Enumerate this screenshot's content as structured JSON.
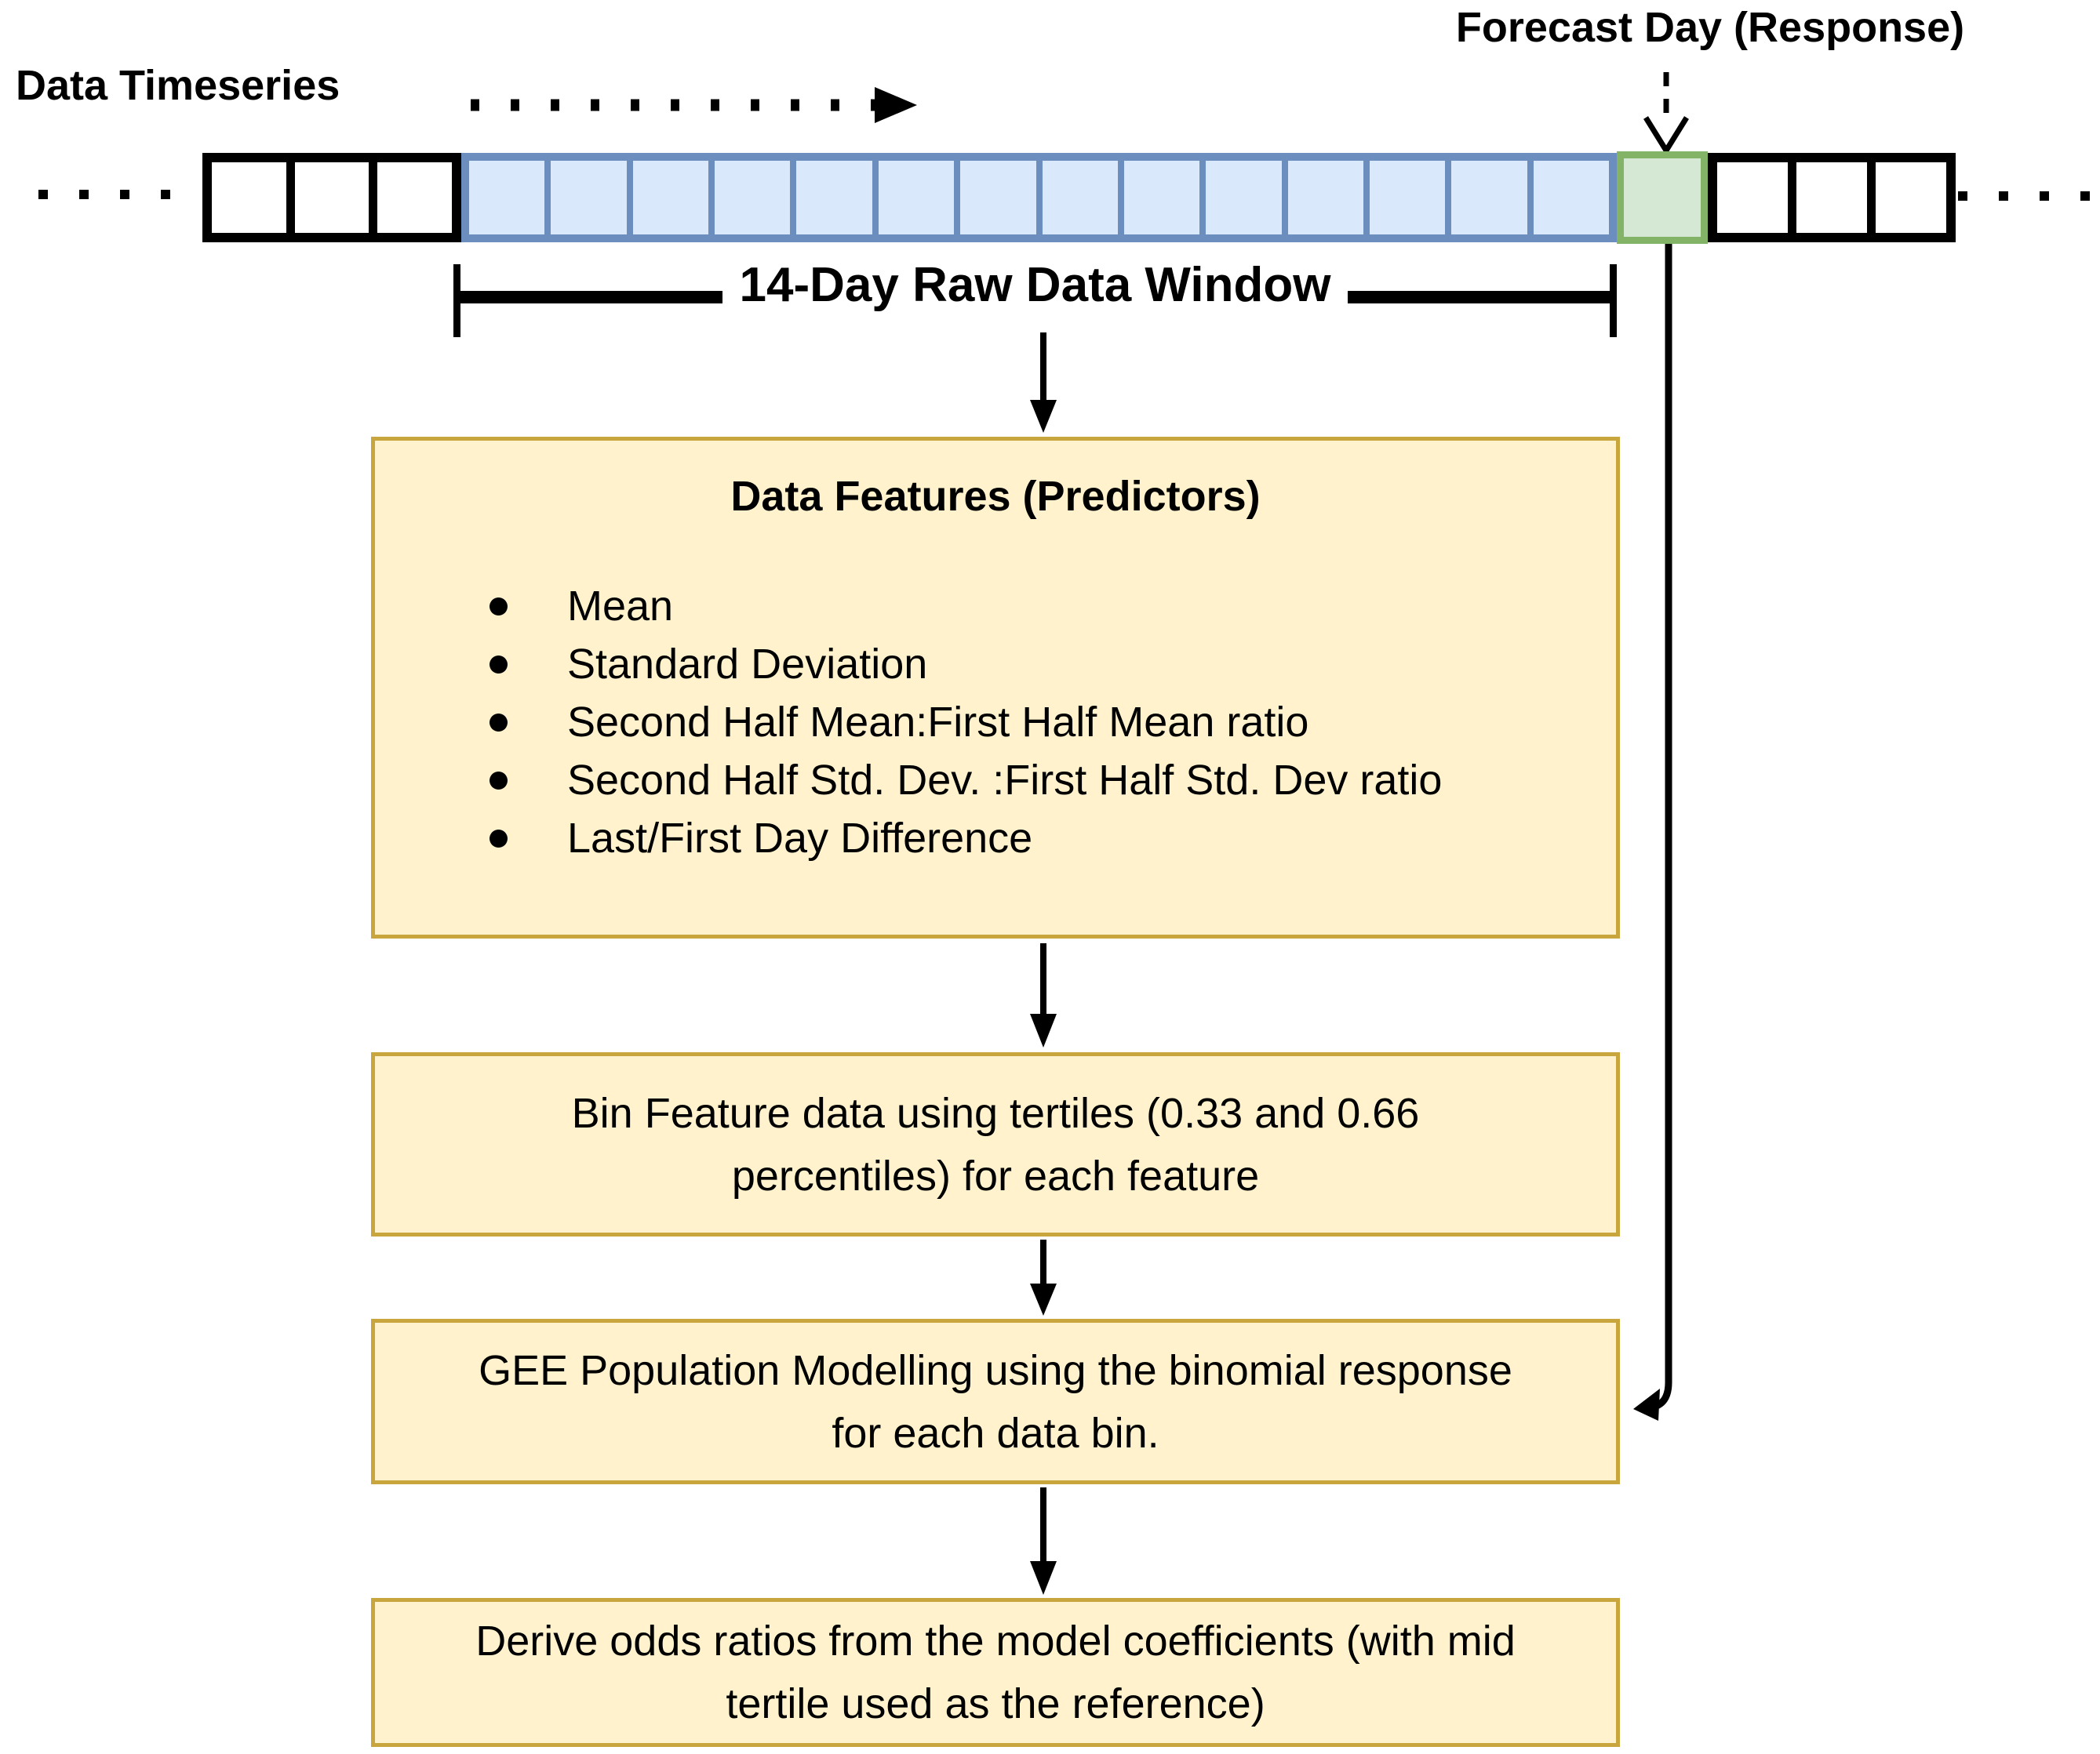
{
  "title_labels": {
    "timeseries": "Data Timeseries",
    "forecast_day": "Forecast Day (Response)"
  },
  "window_label": "14-Day Raw Data Window",
  "timeline": {
    "left_ellipsis_dots": 4,
    "left_plain_cells": 3,
    "window_cells": 14,
    "response_cells": 1,
    "right_plain_cells": 3,
    "right_ellipsis_dots": 4
  },
  "flow": {
    "features": {
      "title": "Data Features (Predictors)",
      "bullets": [
        "Mean",
        "Standard Deviation",
        "Second Half Mean:First Half Mean ratio",
        "Second Half Std. Dev. :First Half Std. Dev ratio",
        "Last/First Day Difference"
      ]
    },
    "binning": {
      "line1": "Bin Feature data using tertiles (0.33 and 0.66",
      "line2": "percentiles) for each feature"
    },
    "gee": {
      "line1": "GEE Population Modelling using the binomial response",
      "line2": "for each data bin."
    },
    "odds": {
      "line1": "Derive odds ratios from the model coefficients (with mid",
      "line2": "tertile used as the reference)"
    }
  },
  "colors": {
    "window_fill": "#dae8fc",
    "window_stroke": "#6c8ebf",
    "response_fill": "#d5e8d4",
    "response_stroke": "#82b366",
    "box_fill": "#fff2cc",
    "box_stroke": "#c9a53e",
    "line": "#000000"
  }
}
